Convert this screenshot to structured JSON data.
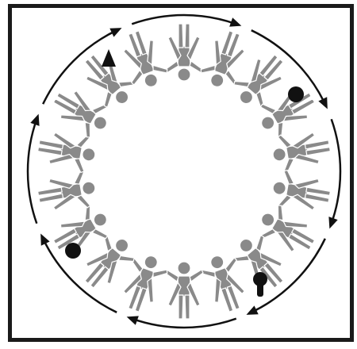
{
  "diagram": {
    "figure_count": 18,
    "arrow_count": 8,
    "colors": {
      "frame": "#1a1a1a",
      "figure": "#8a8a8a",
      "figure_outline": "#ffffff",
      "arrow": "#111111",
      "marker": "#111111"
    },
    "markers": [
      {
        "name": "triangle-marker",
        "shape": "triangle"
      },
      {
        "name": "dot-marker-right",
        "shape": "circle"
      },
      {
        "name": "dot-marker-left",
        "shape": "circle"
      },
      {
        "name": "pin-marker",
        "shape": "pin"
      }
    ],
    "direction": "clockwise"
  }
}
